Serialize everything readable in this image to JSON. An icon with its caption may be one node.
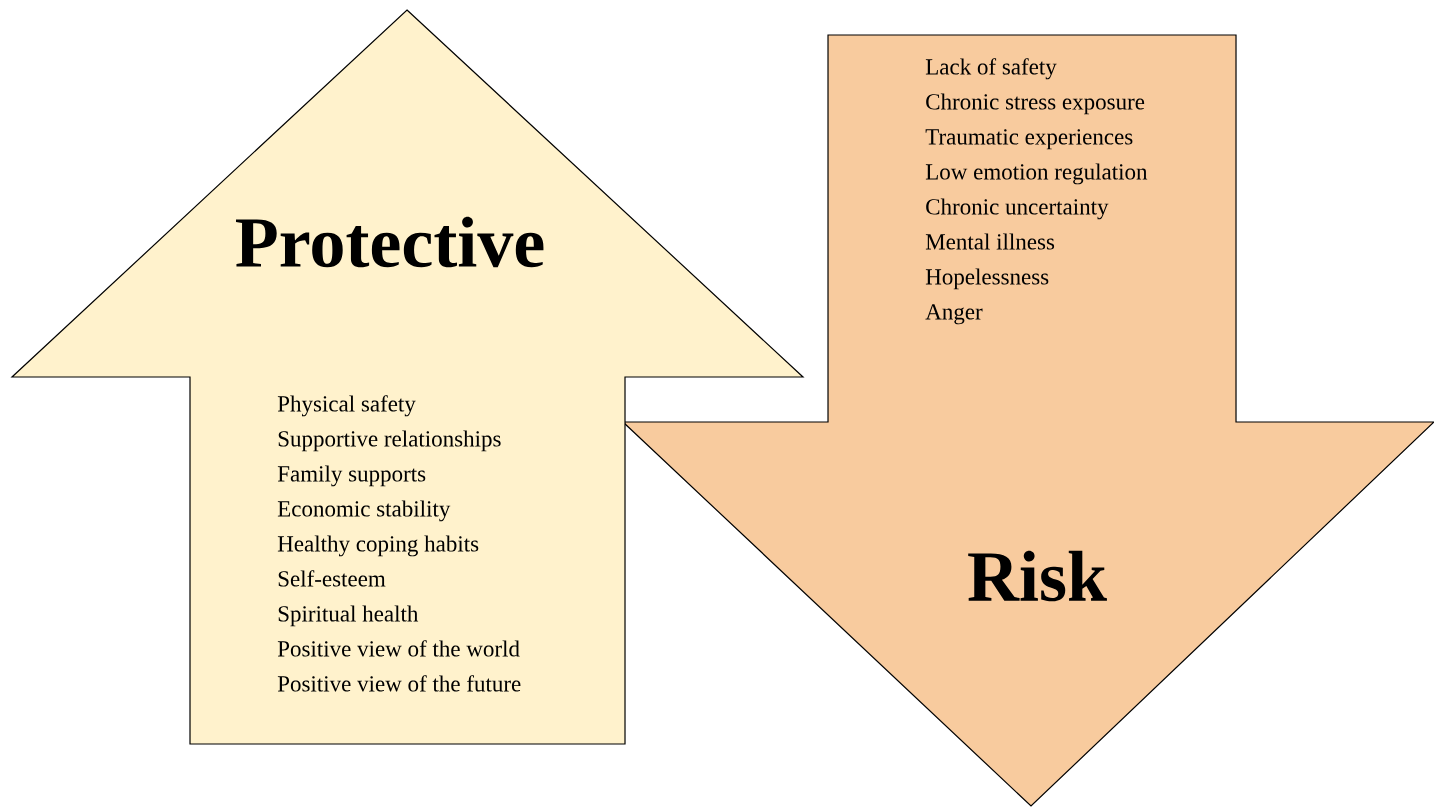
{
  "diagram": {
    "nodes": [
      {
        "text": [
          "Protective",
          "Physical safety",
          "Supportive relationships",
          "Family supports",
          "Economic stability",
          "Healthy coping habits",
          "Self-esteem",
          "Spiritual health",
          "Positive view of the world",
          "Positive view of the future"
        ]
      },
      {
        "text": [
          "Risk",
          "Lack of safety",
          "Chronic stress exposure",
          "Traumatic experiences",
          "Low emotion regulation",
          "Chronic uncertainty",
          "Mental illness",
          "Hopelessness",
          "Anger"
        ]
      }
    ]
  }
}
